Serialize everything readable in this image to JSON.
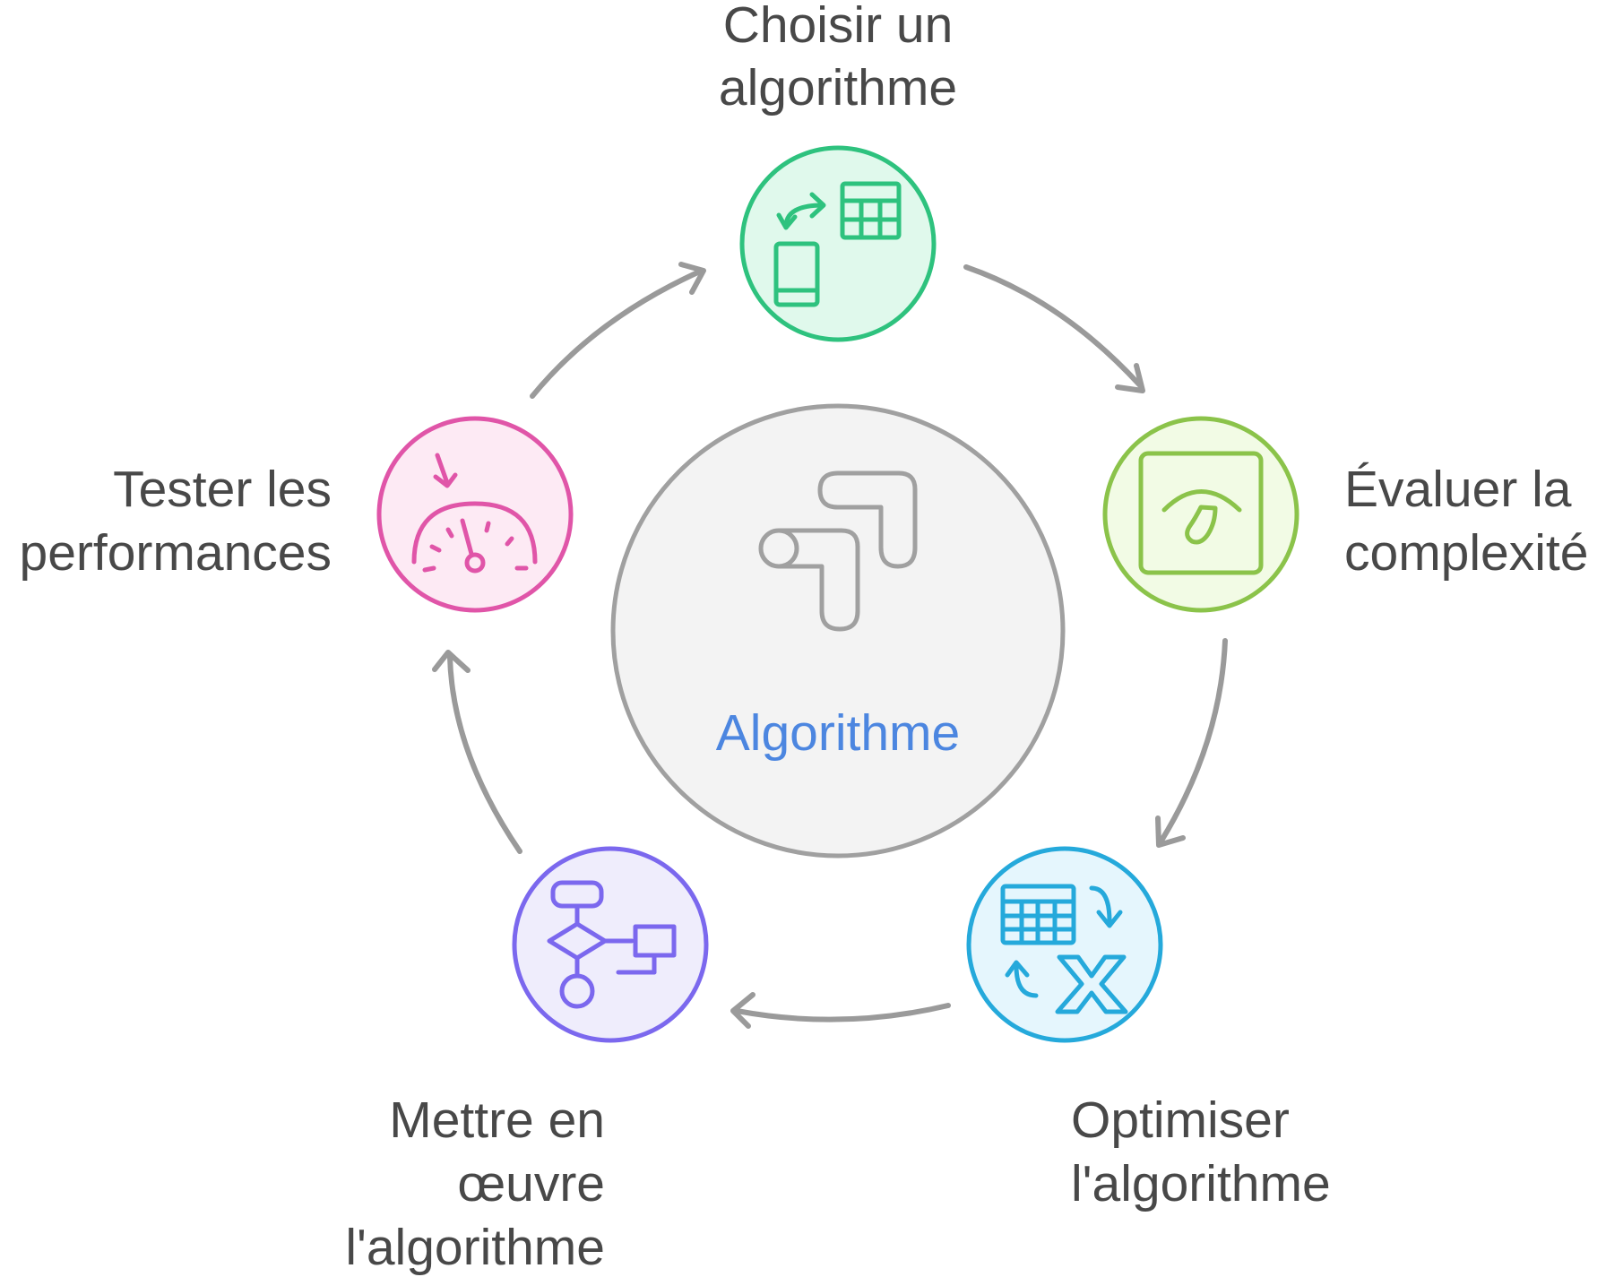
{
  "center": {
    "label": "Algorithme",
    "icon": "google-ads-icon"
  },
  "steps": [
    {
      "id": "choose",
      "label_lines": [
        "Choisir un",
        "algorithme"
      ],
      "icon": "swap-table-phone-icon",
      "color": "#2ec27e",
      "fill": "#e0f9ec"
    },
    {
      "id": "evaluate",
      "label_lines": [
        "Évaluer la",
        "complexité"
      ],
      "icon": "scale-gauge-icon",
      "color": "#8bc34a",
      "fill": "#f2fbe5"
    },
    {
      "id": "optimize",
      "label_lines": [
        "Optimiser",
        "l'algorithme"
      ],
      "icon": "spreadsheet-cycle-icon",
      "color": "#25a9db",
      "fill": "#e5f6fd"
    },
    {
      "id": "implement",
      "label_lines": [
        "Mettre en",
        "œuvre",
        "l'algorithme"
      ],
      "icon": "flowchart-icon",
      "color": "#7b68ee",
      "fill": "#efedfc"
    },
    {
      "id": "test",
      "label_lines": [
        "Tester les",
        "performances"
      ],
      "icon": "speedometer-icon",
      "color": "#e055a8",
      "fill": "#fdeaf4"
    }
  ],
  "colors": {
    "arrow": "#9a9a9a",
    "center_stroke": "#a0a0a0",
    "center_fill": "#f3f3f3",
    "center_text": "#4c86e0",
    "label_text": "#484848"
  }
}
